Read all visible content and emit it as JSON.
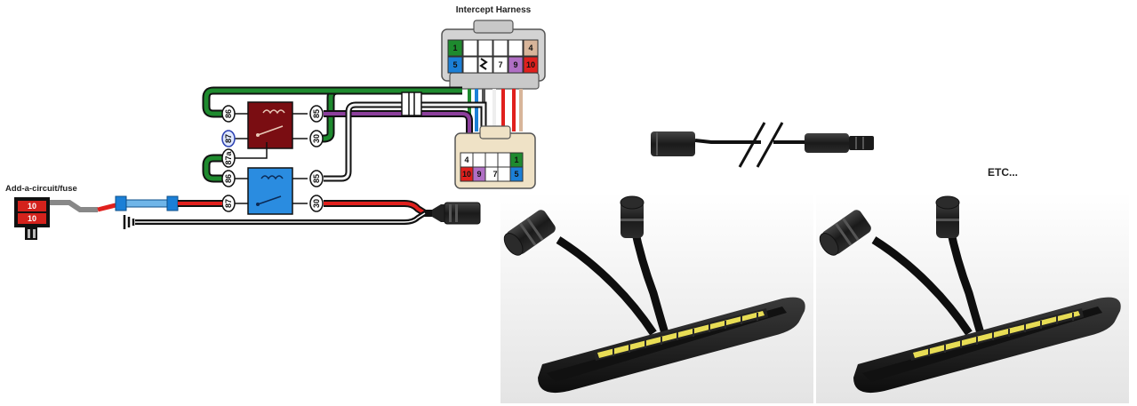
{
  "diagram": {
    "title": "Intercept Harness",
    "fuse_tap_label": "Add-a-circuit/fuse",
    "etc_label": "ETC...",
    "fuse_values": [
      "10",
      "10"
    ],
    "relay_pins_upper": [
      "86",
      "87",
      "85",
      "30"
    ],
    "relay_pins_lower": [
      "87a",
      "86",
      "87",
      "85",
      "30"
    ],
    "connector_top_pins": [
      "1",
      "4",
      "5",
      "7",
      "9",
      "10"
    ],
    "connector_bottom_pins": [
      "4",
      "10",
      "9",
      "7",
      "1",
      "5"
    ]
  },
  "colors": {
    "green": "#1e8a2e",
    "purple": "#8c3f9c",
    "red": "#e0201d",
    "blue": "#1b7fd6",
    "tan": "#d8b59a",
    "relay_upper": "#7a0d12",
    "relay_lower": "#2a8ce0"
  },
  "products": [
    "led-light-bar",
    "led-light-bar"
  ]
}
